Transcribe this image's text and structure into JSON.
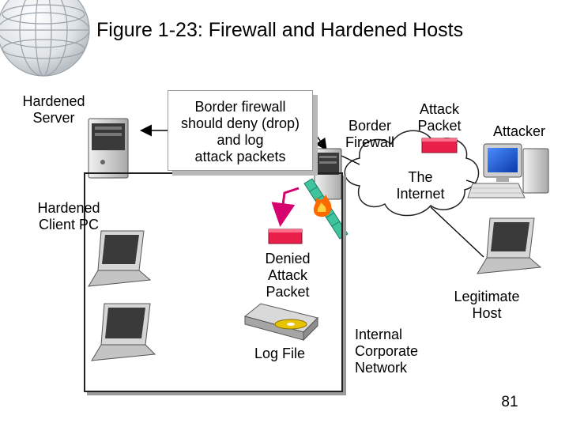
{
  "title": "Figure 1-23: Firewall and Hardened Hosts",
  "labels": {
    "hardened_server": "Hardened\nServer",
    "hardened_client": "Hardened\nClient PC",
    "callout": "Border firewall\nshould deny (drop)\nand log\nattack packets",
    "border_firewall": "Border\nFirewall",
    "attack_packet": "Attack\nPacket",
    "attacker": "Attacker",
    "internet": "The\nInternet",
    "denied_packet": "Denied\nAttack\nPacket",
    "log_file": "Log File",
    "internal_network": "Internal\nCorporate\nNetwork",
    "legitimate_host": "Legitimate\nHost"
  },
  "page_number": "81",
  "colors": {
    "packet": "#e8204a",
    "firewall": "#33bb99",
    "arrow": "#d6006e",
    "flame": "#ff6a00",
    "screen": "#1f5fd6"
  }
}
